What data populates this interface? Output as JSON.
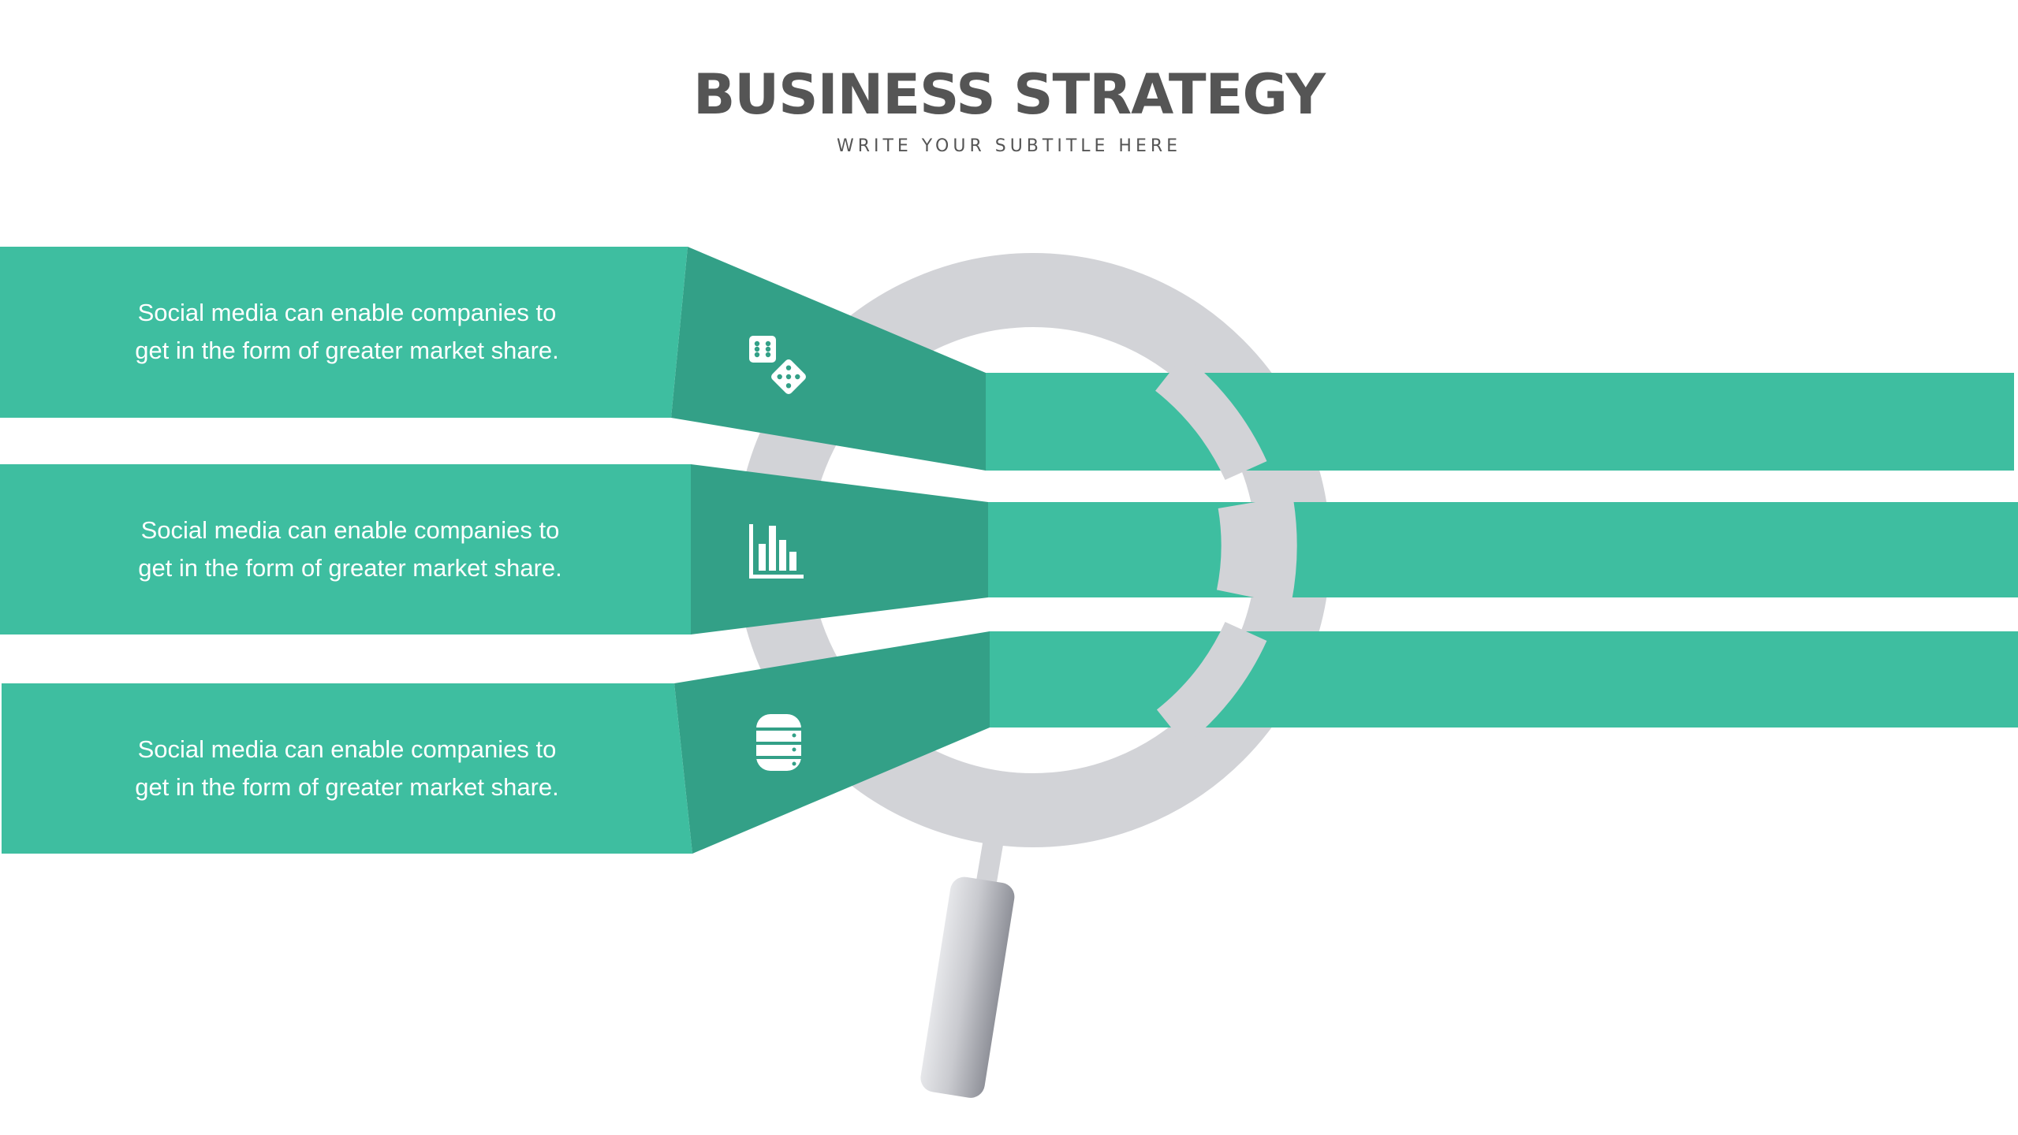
{
  "header": {
    "title": "BUSINESS STRATEGY",
    "subtitle": "WRITE YOUR SUBTITLE HERE"
  },
  "colors": {
    "band": "#3EBEA0",
    "band_dark": "#33A087",
    "magnifier": "#D2D3D7",
    "title_text": "#555555"
  },
  "items": [
    {
      "icon": "dice-icon",
      "line1": "Social media can enable companies to",
      "line2": "get in the form of greater market share."
    },
    {
      "icon": "bar-chart-icon",
      "line1": "Social media can enable companies to",
      "line2": "get in the form of greater market share."
    },
    {
      "icon": "database-icon",
      "line1": "Social media can enable companies to",
      "line2": "get in the form of greater market share."
    }
  ]
}
